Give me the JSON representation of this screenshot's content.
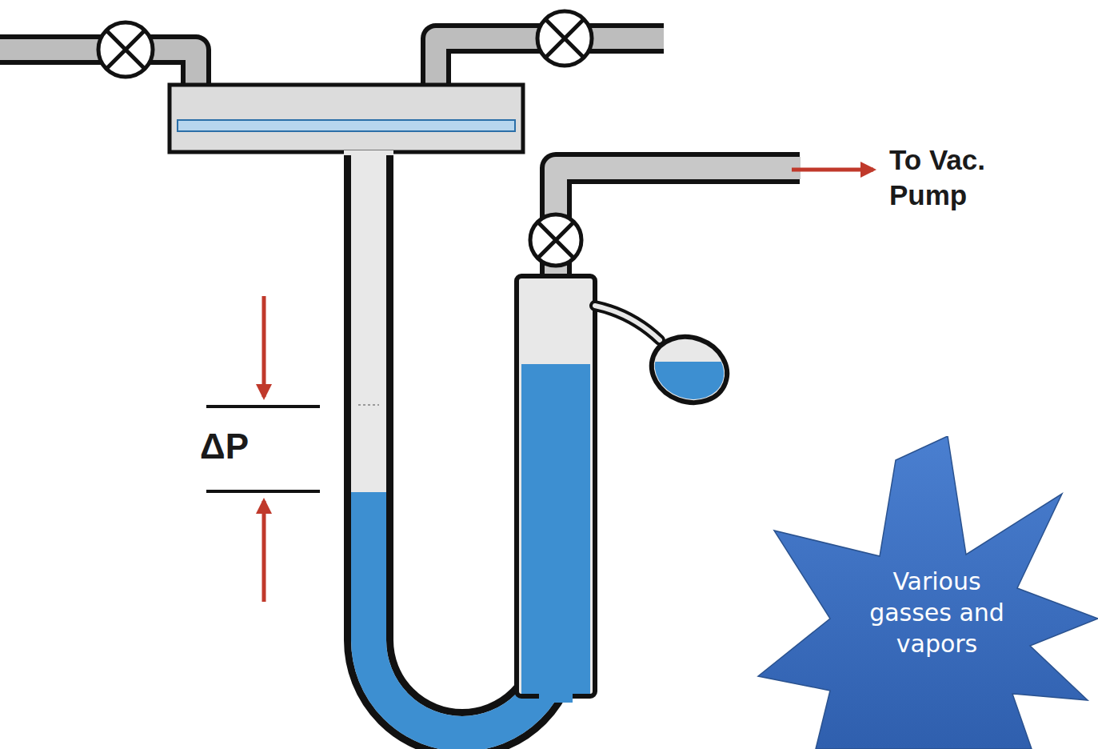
{
  "diagram": {
    "nodes": [
      {
        "text": [
          "Various gasses and vapors"
        ]
      }
    ],
    "labels": [
      "To Vac. Pump",
      "ΔP"
    ]
  }
}
